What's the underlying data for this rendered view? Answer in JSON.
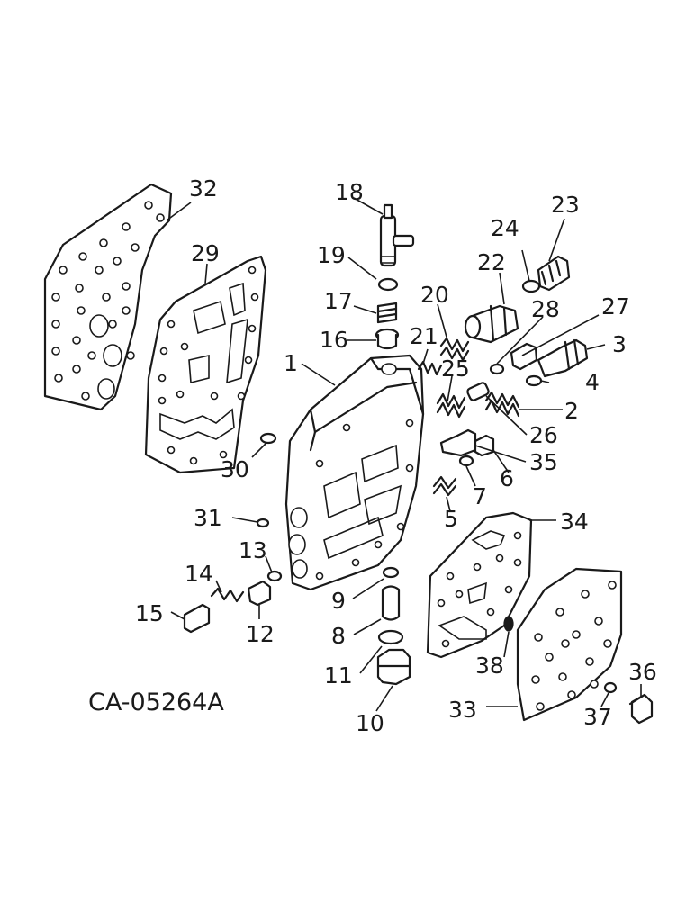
{
  "reference_code": "CA-05264A",
  "callouts": [
    {
      "id": "1",
      "label": "1"
    },
    {
      "id": "2",
      "label": "2"
    },
    {
      "id": "3",
      "label": "3"
    },
    {
      "id": "4",
      "label": "4"
    },
    {
      "id": "5",
      "label": "5"
    },
    {
      "id": "6",
      "label": "6"
    },
    {
      "id": "7",
      "label": "7"
    },
    {
      "id": "8",
      "label": "8"
    },
    {
      "id": "9",
      "label": "9"
    },
    {
      "id": "10",
      "label": "10"
    },
    {
      "id": "11",
      "label": "11"
    },
    {
      "id": "12",
      "label": "12"
    },
    {
      "id": "13",
      "label": "13"
    },
    {
      "id": "14",
      "label": "14"
    },
    {
      "id": "15",
      "label": "15"
    },
    {
      "id": "16",
      "label": "16"
    },
    {
      "id": "17",
      "label": "17"
    },
    {
      "id": "18",
      "label": "18"
    },
    {
      "id": "19",
      "label": "19"
    },
    {
      "id": "20",
      "label": "20"
    },
    {
      "id": "21",
      "label": "21"
    },
    {
      "id": "22",
      "label": "22"
    },
    {
      "id": "23",
      "label": "23"
    },
    {
      "id": "24",
      "label": "24"
    },
    {
      "id": "25",
      "label": "25"
    },
    {
      "id": "26",
      "label": "26"
    },
    {
      "id": "27",
      "label": "27"
    },
    {
      "id": "28",
      "label": "28"
    },
    {
      "id": "29",
      "label": "29"
    },
    {
      "id": "30",
      "label": "30"
    },
    {
      "id": "31",
      "label": "31"
    },
    {
      "id": "32",
      "label": "32"
    },
    {
      "id": "33",
      "label": "33"
    },
    {
      "id": "34",
      "label": "34"
    },
    {
      "id": "35",
      "label": "35"
    },
    {
      "id": "36",
      "label": "36"
    },
    {
      "id": "37",
      "label": "37"
    },
    {
      "id": "38",
      "label": "38"
    }
  ]
}
